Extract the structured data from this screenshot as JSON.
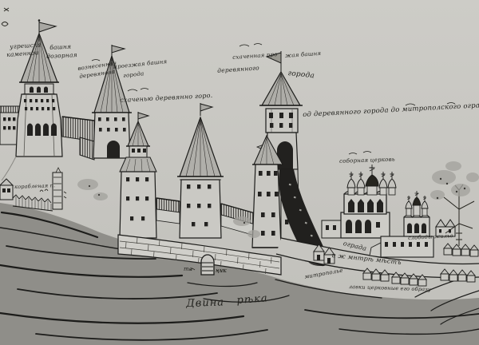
{
  "artwork": {
    "kind": "17th-century Russian ink drawing of a fortified town on the Dvina river",
    "palette": {
      "paper": "#c9c8c3",
      "ink": "#1c1c1a",
      "river_bank": "#8f8e89",
      "dark_fill": "#232220",
      "roof": "#b0afaa",
      "wall": "#cac9c4"
    }
  },
  "labels": {
    "corner_a": "угрешска",
    "corner_b": "каменнои",
    "corner_c": "башня",
    "corner_d": "дозорная",
    "tower2_a": "вознесенная",
    "tower2_b": "деревянова",
    "tower2_c": "проезжая башня",
    "tower2_d": "города",
    "mid_wall": "схаченью деревянно горо.",
    "gate_a": "схаченная про",
    "gate_b": "жая башня",
    "gate_c": "деревянного",
    "gate_d": "города",
    "long_note": "од деревянного города до митрополского ограды",
    "cathedral": "соборная церковь",
    "pier": "корабленая п.",
    "tainik_a": "та",
    "tainik_b": "ник",
    "road_a": "ограда",
    "road_b": "и ж мнтрѣ мѣстъ",
    "mitropolye": "митрополье",
    "shops": "лавки церковные его образу",
    "sloboda": "слободы жилье",
    "river_a": "Двина",
    "river_b": "рѣка"
  }
}
